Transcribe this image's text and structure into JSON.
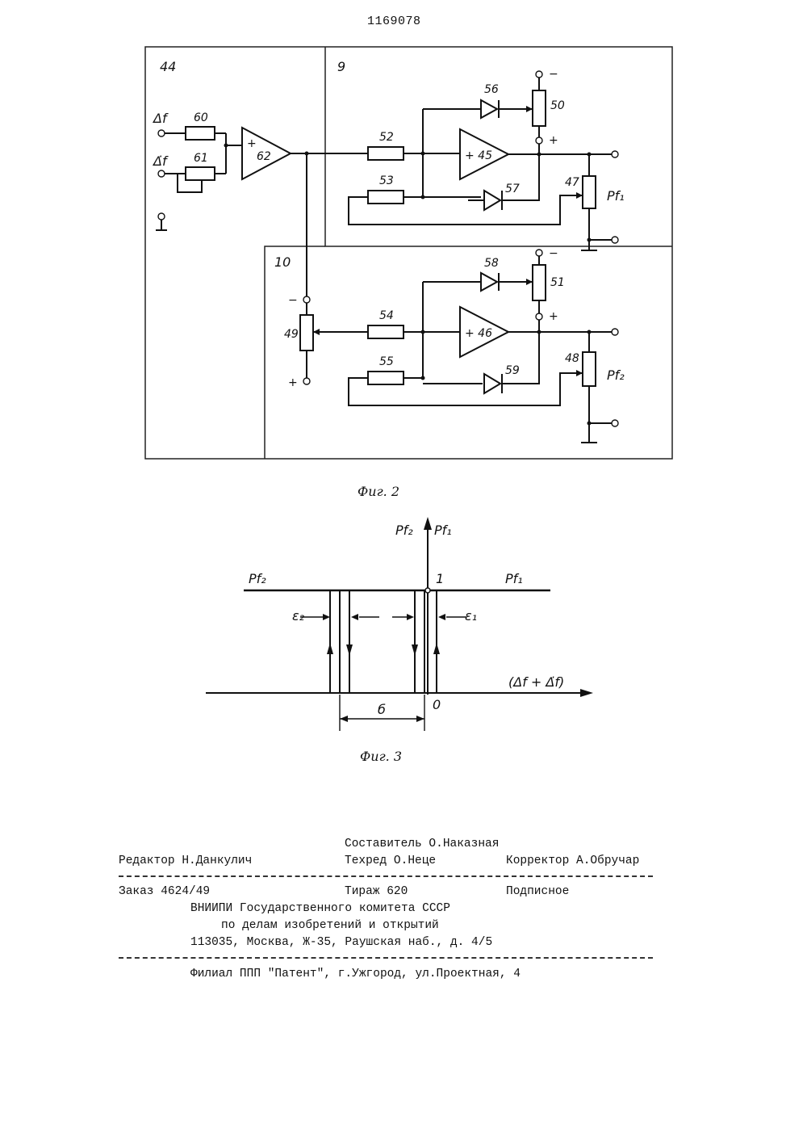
{
  "patent_number": "1169078",
  "fig2": {
    "caption": "Фиг. 2",
    "blocks": {
      "b44": "44",
      "b9": "9",
      "b10": "10"
    },
    "inputs": {
      "delta_f": "Δf",
      "delta_f_dot": "Δ̇f"
    },
    "components": {
      "r60": "60",
      "r61": "61",
      "amp62": "62",
      "r52": "52",
      "r53": "53",
      "amp45": "+ 45",
      "d56": "56",
      "d57": "57",
      "pot50": "50",
      "pot47": "47",
      "r54": "54",
      "r55": "55",
      "amp46": "+ 46",
      "d58": "58",
      "d59": "59",
      "pot51": "51",
      "pot48": "48",
      "pot49": "49"
    },
    "signs": {
      "minus": "−",
      "plus": "+",
      "plus_in": "+"
    },
    "outputs": {
      "p_f1": "Pf₁",
      "p_f2": "Pf₂"
    }
  },
  "fig3": {
    "caption": "Фиг. 3",
    "y_axis_labels": {
      "left": "Pf₂",
      "right": "Pf₁"
    },
    "x_axis_label": "(Δf + Δ̇f)",
    "level_labels": {
      "left": "Pf₂",
      "right": "Pf₁",
      "one": "1"
    },
    "eps1": "ε₁",
    "eps2": "ε₂",
    "width_label": "б",
    "origin": "0"
  },
  "colophon": {
    "compiler": "Составитель О.Наказная",
    "editor": "Редактор Н.Данкулич",
    "techred": "Техред О.Неце",
    "corrector": "Корректор А.Обручар",
    "order": "Заказ 4624/49",
    "circulation": "Тираж 620",
    "subscription": "Подписное",
    "org_line1": "ВНИИПИ Государственного комитета СССР",
    "org_line2": "по делам изобретений и открытий",
    "org_address": "113035, Москва, Ж-35, Раушская наб., д. 4/5",
    "branch": "Филиал ППП \"Патент\", г.Ужгород, ул.Проектная, 4"
  }
}
